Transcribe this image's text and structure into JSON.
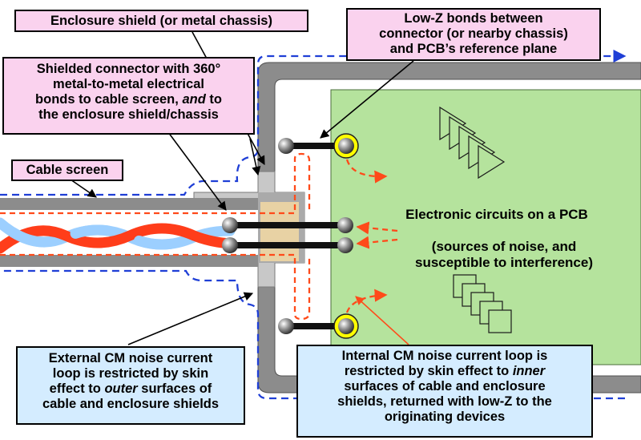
{
  "labels": {
    "enclosure_shield": "Enclosure shield (or metal chassis)",
    "low_z_bonds": [
      "Low-Z bonds between",
      "connector (or nearby chassis)",
      "and PCB’s reference plane"
    ],
    "shielded_connector": {
      "line1": "Shielded connector with 360°",
      "line2": "metal-to-metal electrical",
      "line3_before": "bonds to cable screen, ",
      "line3_italic": "and",
      "line3_after": " to",
      "line4": "the enclosure shield/chassis"
    },
    "cable_screen": "Cable screen",
    "pcb_title": "Electronic circuits on a PCB",
    "pcb_note": [
      "(sources of noise, and",
      "susceptible to interference)"
    ],
    "external_loop": {
      "line1": "External CM noise current",
      "line2": "loop is restricted by skin",
      "line3_before": "effect to ",
      "line3_italic": "outer",
      "line3_after": " surfaces of",
      "line4": "cable and enclosure shields"
    },
    "internal_loop": {
      "line1": "Internal CM noise current loop is",
      "line2_before": "restricted by skin effect to ",
      "line2_italic": "inner",
      "line3": "surfaces of cable and enclosure",
      "line4": "shields, returned with low-Z to the",
      "line5": "originating devices"
    }
  },
  "colors": {
    "label_pink": "#fad2ee",
    "label_blue": "#d4ecff",
    "pcb_green": "#b5e39d",
    "shield_gray": "#8c8c8c",
    "connector_tan": "#e8d2a4",
    "external_loop": "#1f3fd6",
    "internal_loop": "#ff4a1a",
    "conductor_red": "#ff3d1a",
    "conductor_blue": "#9ccfff",
    "bond_ring": "#ffff00"
  }
}
